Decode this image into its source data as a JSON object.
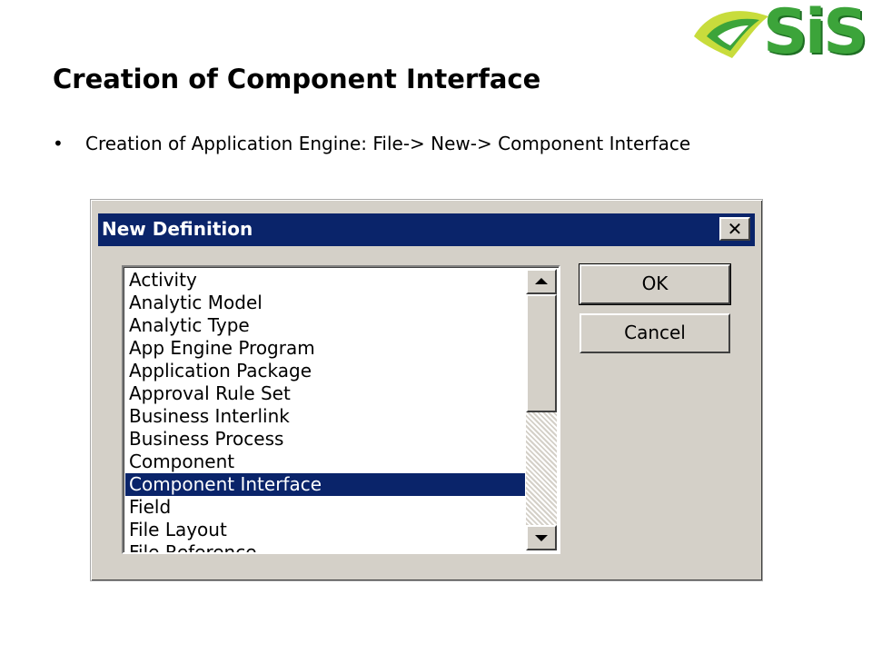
{
  "slide": {
    "title": "Creation of Component Interface",
    "bullet": "Creation of Application Engine: File-> New-> Component Interface"
  },
  "logo": {
    "text": "SiS",
    "colors": {
      "green": "#3ca43a",
      "yellow": "#c8dc3c",
      "dark_green": "#1f6f24"
    }
  },
  "dialog": {
    "title": "New Definition",
    "close_glyph": "✕",
    "ok_label": "OK",
    "cancel_label": "Cancel",
    "items": [
      "Activity",
      "Analytic Model",
      "Analytic Type",
      "App Engine Program",
      "Application Package",
      "Approval Rule Set",
      "Business Interlink",
      "Business Process",
      "Component",
      "Component Interface",
      "Field",
      "File Layout",
      "File Reference"
    ],
    "selected_item": "Component Interface",
    "colors": {
      "titlebar": "#0a246a",
      "selection": "#0a246a",
      "face": "#d4d0c8"
    }
  }
}
